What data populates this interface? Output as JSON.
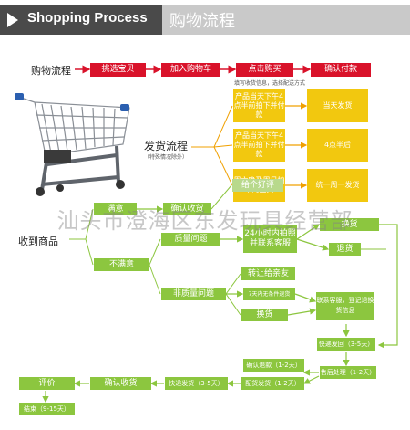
{
  "header": {
    "title_en": "Shopping Process",
    "title_cn": "购物流程"
  },
  "process": {
    "label": "购物流程",
    "steps": [
      "挑选宝贝",
      "加入购物车",
      "点击购买",
      "确认付款"
    ],
    "note": "填写收货信息，选择配送方式"
  },
  "shipping": {
    "label": "发货流程",
    "sublabel": "（特殊情况除外）",
    "rows": [
      {
        "cond": "产品当天下午4点半前拍下并付款",
        "result": "当天发货"
      },
      {
        "cond": "产品当天下午4点半前拍下并付款",
        "result": "4点半后"
      },
      {
        "cond": "周六晚及周日拍下的宝贝",
        "result": "统一周一发货"
      }
    ]
  },
  "receive": {
    "label": "收到商品",
    "satisfied": "满意",
    "confirm": "确认收货",
    "give_rating": "给个好评",
    "dissatisfied": "不满意",
    "quality": "质量问题",
    "quality_action": "24小时内拍照并联系客服",
    "exchange": "换货",
    "refund": "退货",
    "non_quality": "非质量问题",
    "transfer": "转让给亲友",
    "seven_days": "7天内无条件退货",
    "exchange2": "换货",
    "contact": "联系客服，登记退换货信息",
    "express_return": "快递发回（3-5天）",
    "after_sale": "售后处理（1-2天）",
    "confirm_refund": "确认退款（1-2天）",
    "ship_out": "配货发货（1-2天）",
    "express_ship": "快递发货（3-5天）",
    "confirm_receipt": "确认收货",
    "review": "评价",
    "end": "结束（9-15天）"
  },
  "watermark": "汕头市澄海区东发玩具经营部",
  "colors": {
    "red": "#d9122a",
    "yellow": "#f2c80f",
    "green": "#8cc63f"
  },
  "icons": {
    "cart": "shopping-cart-illustration"
  }
}
